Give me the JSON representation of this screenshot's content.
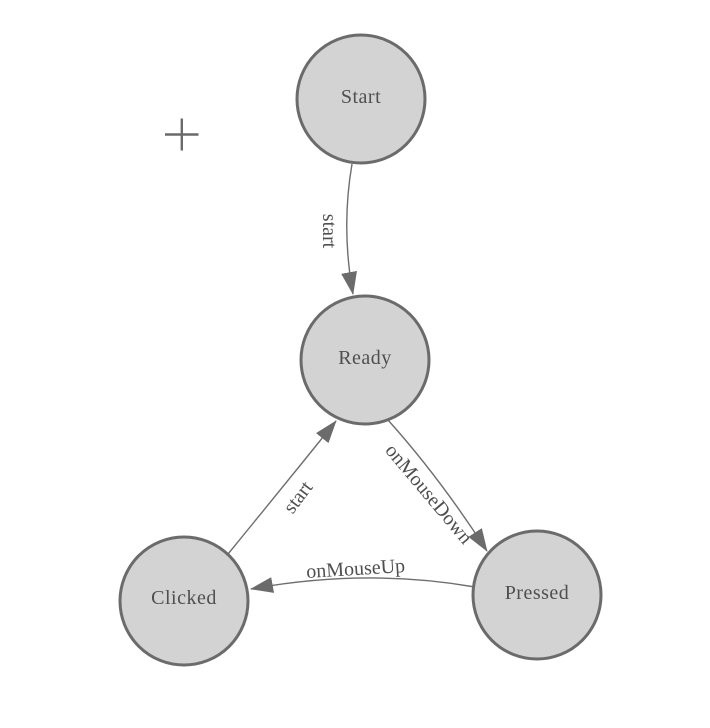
{
  "diagram": {
    "type": "state-machine",
    "colors": {
      "background": "#ffffff",
      "node_fill": "#d3d3d3",
      "node_stroke": "#6b6b6b",
      "edge": "#6e6e6e",
      "text": "#4f4f4f"
    },
    "nodes": [
      {
        "id": "start",
        "label": "Start"
      },
      {
        "id": "ready",
        "label": "Ready"
      },
      {
        "id": "clicked",
        "label": "Clicked"
      },
      {
        "id": "pressed",
        "label": "Pressed"
      }
    ],
    "edges": [
      {
        "from": "start",
        "to": "ready",
        "label": "start"
      },
      {
        "from": "clicked",
        "to": "ready",
        "label": "start"
      },
      {
        "from": "ready",
        "to": "pressed",
        "label": "onMouseDown"
      },
      {
        "from": "pressed",
        "to": "clicked",
        "label": "onMouseUp"
      }
    ],
    "icons": [
      {
        "name": "crosshair-plus-icon",
        "glyph": "+"
      }
    ]
  }
}
